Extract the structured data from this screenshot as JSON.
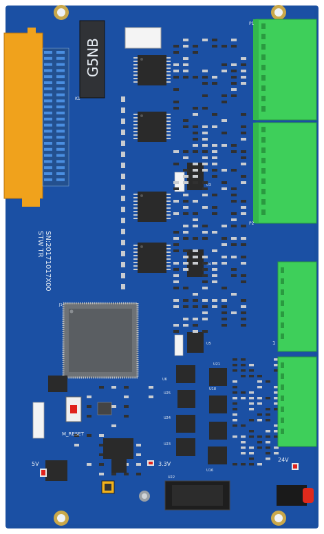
{
  "board": {
    "colors": {
      "pcb": "#1a4fa0",
      "pcb_dark": "#143f86",
      "silk": "#e8eef5",
      "connector_green": "#3ecf5a",
      "connector_orange": "#f0a21c",
      "chip": "#2a2a2a"
    },
    "labels": {
      "relay": "G5NB",
      "serial_line1": "STW TR",
      "serial_line2": "SN:20171017X00",
      "reset": "M_RESET",
      "volt33": "3.3V",
      "volt5": "5V",
      "volt24": "24V",
      "p1": "P1",
      "p2": "P2",
      "j1": "J1",
      "u22": "U22",
      "u16": "U16",
      "u18": "U18",
      "u25": "U25",
      "u24": "U24",
      "u23": "U23",
      "u21": "U21",
      "u3": "U3",
      "u4": "U4",
      "u5": "U5",
      "u6": "U6",
      "k1": "K1",
      "pin1": "1"
    }
  }
}
